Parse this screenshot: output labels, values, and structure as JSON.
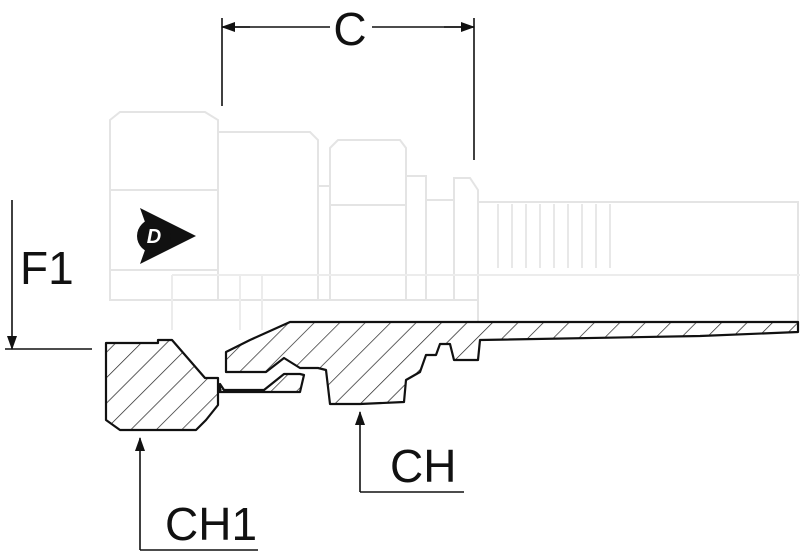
{
  "labels": {
    "c": "C",
    "f1": "F1",
    "ch": "CH",
    "ch1": "CH1"
  },
  "icons": {
    "brand_logo": "dunlop-d-arrow-logo"
  },
  "colors": {
    "line": "#111111",
    "fitting_outline": "#e6e6e6",
    "fitting_fill": "#ffffff",
    "hatch": "#222222"
  }
}
